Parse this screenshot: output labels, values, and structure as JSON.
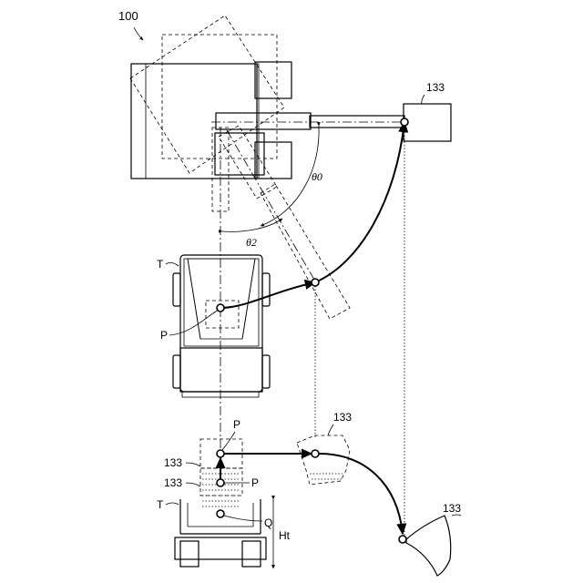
{
  "labels": {
    "figure_ref": "100",
    "end_box": "133",
    "theta0": "θ0",
    "theta2": "θ2",
    "truck_top": "T",
    "point_top": "P",
    "side_p_upper": "P",
    "side_133_right": "133",
    "side_133_left_a": "133",
    "side_133_left_b": "133",
    "side_p_lower": "P",
    "truck_side": "T",
    "point_q": "Q",
    "height": "Ht",
    "final_133": "133"
  }
}
